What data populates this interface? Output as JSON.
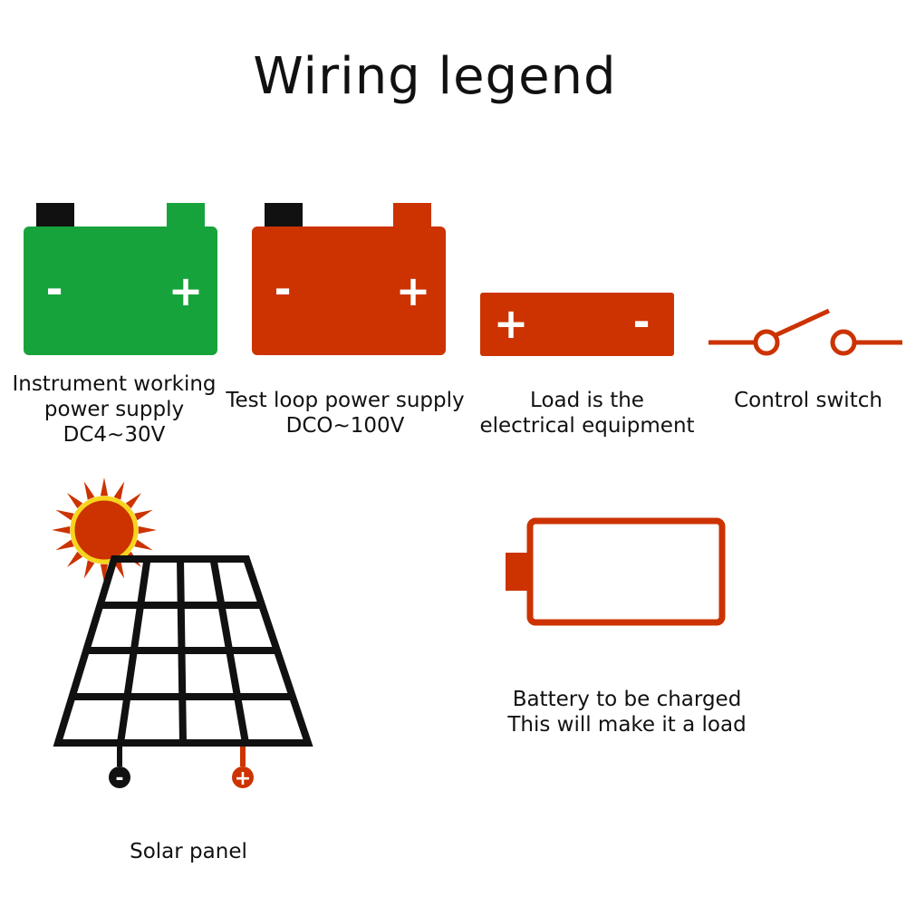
{
  "title": "Wiring legend",
  "colors": {
    "green": "#17a33c",
    "red": "#cc3300",
    "black": "#111111",
    "sun_yellow": "#f7d51d",
    "white": "#ffffff"
  },
  "symbols": [
    {
      "icon": "instrument-power-battery-icon",
      "lines": [
        "Instrument working",
        "power supply",
        "DC4~30V"
      ],
      "minus": "-",
      "plus": "+"
    },
    {
      "icon": "test-loop-battery-icon",
      "lines": [
        "Test loop power supply",
        "DCO~100V"
      ],
      "minus": "-",
      "plus": "+"
    },
    {
      "icon": "load-icon",
      "lines": [
        "Load is the",
        "electrical equipment"
      ],
      "minus": "-",
      "plus": "+"
    },
    {
      "icon": "control-switch-icon",
      "lines": [
        "Control switch"
      ]
    }
  ],
  "solar_panel": {
    "icon": "solar-panel-icon",
    "label": "Solar panel",
    "minus": "-",
    "plus": "+"
  },
  "battery_charged": {
    "icon": "battery-outline-icon",
    "lines": [
      "Battery to be charged",
      "This will make it a load"
    ]
  }
}
